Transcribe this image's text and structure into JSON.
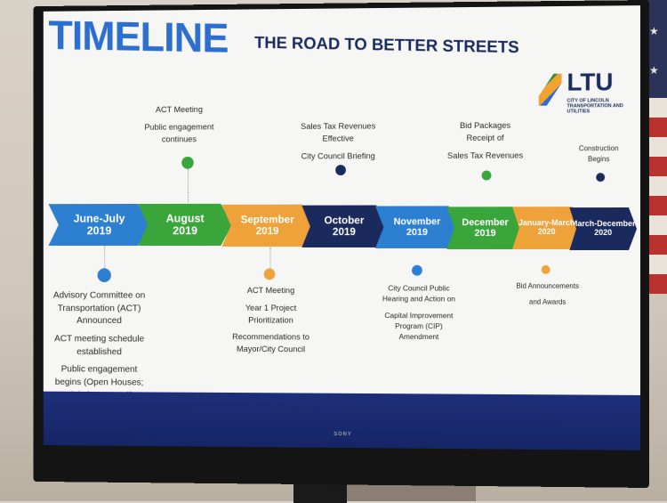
{
  "slide": {
    "title": "TIMELINE",
    "subtitle": "THE ROAD TO BETTER STREETS",
    "logo_text": "LTU",
    "logo_subtext": "CITY OF LINCOLN TRANSPORTATION AND UTILITIES"
  },
  "tv_brand": "SONY",
  "colors": {
    "blue": "#2d7fd2",
    "green": "#3aa53a",
    "orange": "#f0a23a",
    "navy": "#1b2a5c"
  },
  "milestones": [
    {
      "line1": "June-July",
      "line2": "2019",
      "color": "#2d7fd2"
    },
    {
      "line1": "August",
      "line2": "2019",
      "color": "#3aa53a"
    },
    {
      "line1": "September",
      "line2": "2019",
      "color": "#f0a23a"
    },
    {
      "line1": "October",
      "line2": "2019",
      "color": "#1b2a5c"
    },
    {
      "line1": "November",
      "line2": "2019",
      "color": "#2d7fd2"
    },
    {
      "line1": "December",
      "line2": "2019",
      "color": "#3aa53a"
    },
    {
      "line1": "January-March",
      "line2": "2020",
      "color": "#f0a23a"
    },
    {
      "line1": "March-December",
      "line2": "2020",
      "color": "#1b2a5c"
    }
  ],
  "notes_top": {
    "august": [
      "ACT Meeting",
      "Public engagement continues"
    ],
    "october": [
      "Sales Tax Revenues Effective",
      "City Council Briefing"
    ],
    "december": [
      "Bid Packages Receipt of",
      "Sales Tax Revenues"
    ],
    "march_dec": [
      "Construction Begins"
    ]
  },
  "notes_bottom": {
    "june_july": [
      "Advisory Committee on Transportation (ACT) Announced",
      "ACT meeting schedule established",
      "Public engagement begins (Open Houses; Digital Town Hall)"
    ],
    "september": [
      "ACT Meeting",
      "Year 1 Project Prioritization",
      "Recommendations to Mayor/City Council"
    ],
    "november": [
      "City Council Public Hearing and Action on",
      "Capital Improvement Program (CIP) Amendment"
    ],
    "jan_march": [
      "Bid Announcements",
      "and Awards"
    ]
  }
}
